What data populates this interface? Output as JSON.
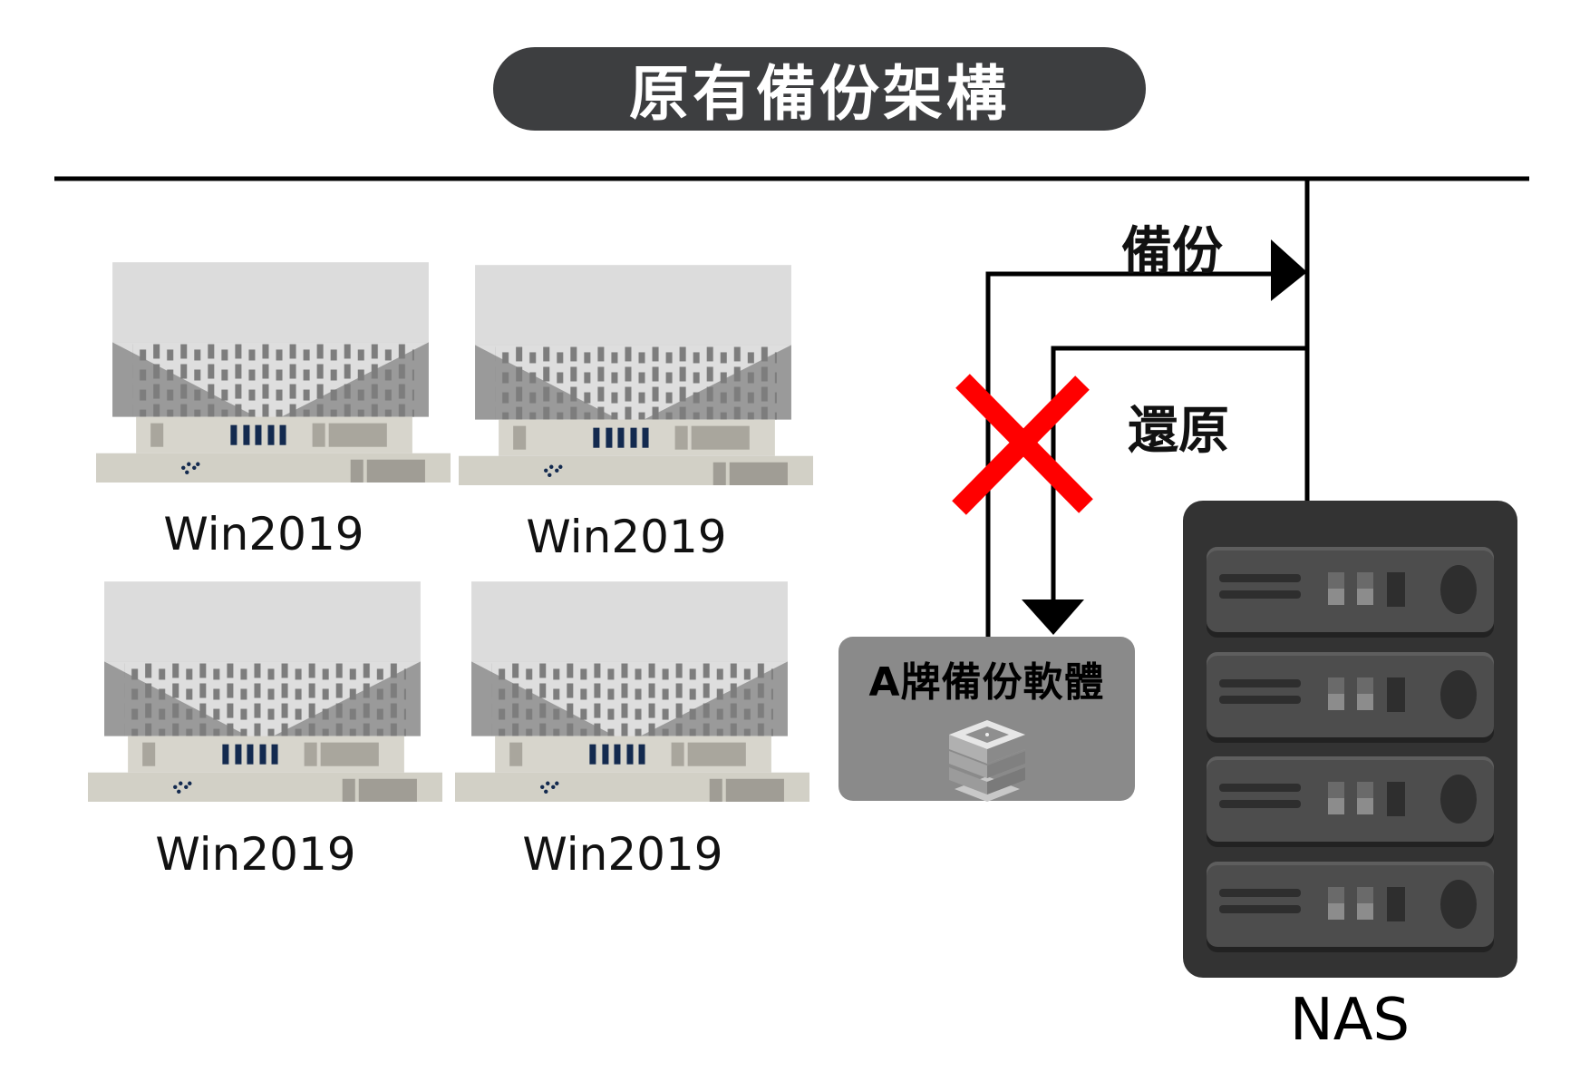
{
  "title": "原有備份架構",
  "servers": [
    {
      "label": "Win2019"
    },
    {
      "label": "Win2019"
    },
    {
      "label": "Win2019"
    },
    {
      "label": "Win2019"
    }
  ],
  "flows": {
    "backup_label": "備份",
    "restore_label": "還原",
    "restore_status": "blocked"
  },
  "software": {
    "label": "A牌備份軟體",
    "icon": "server-stack-icon"
  },
  "nas": {
    "label": "NAS",
    "slots": 4
  },
  "colors": {
    "title_bg": "#3d3e40",
    "cross": "#ff0000",
    "software_bg": "#8a8a8a",
    "nas_bg": "#333333"
  }
}
